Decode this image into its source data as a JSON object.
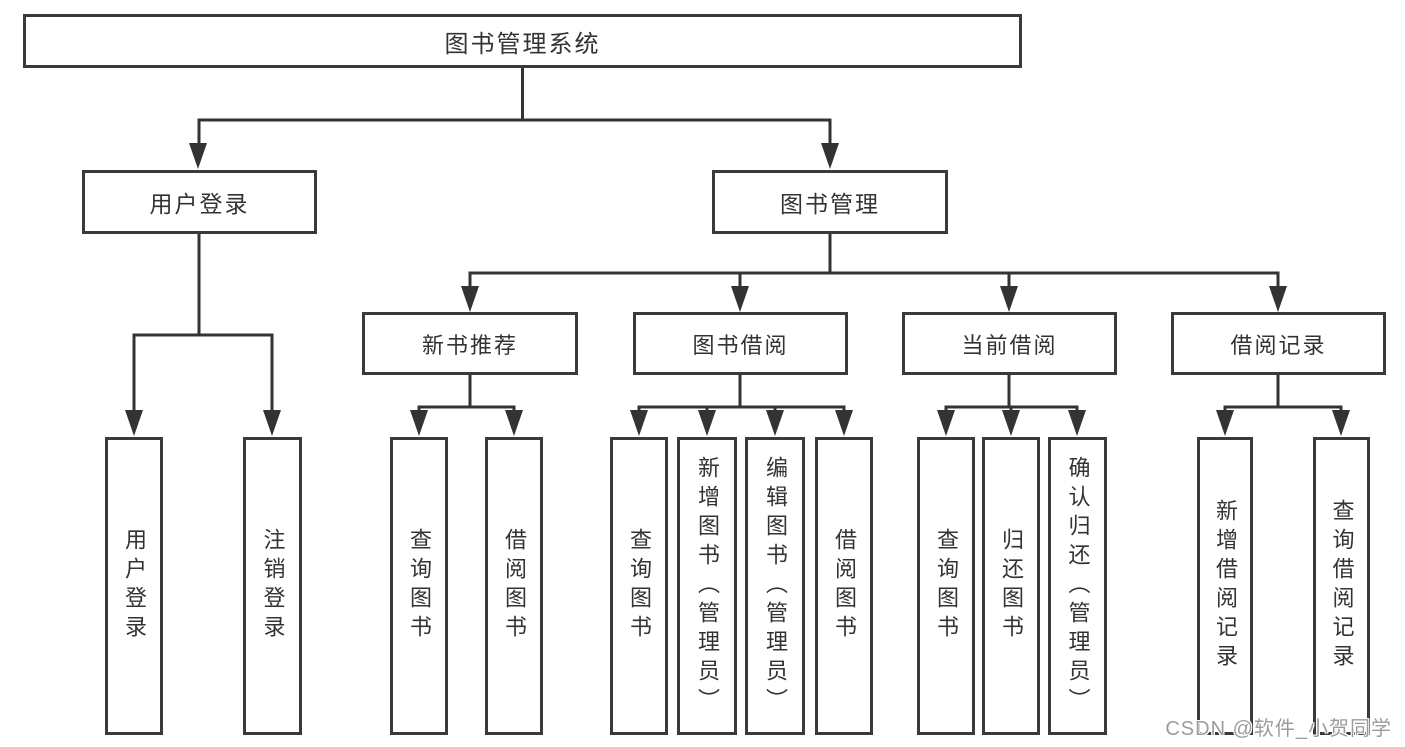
{
  "title": "图书管理系统",
  "level2": [
    {
      "label": "用户登录"
    },
    {
      "label": "图书管理"
    }
  ],
  "level3": [
    {
      "label": "新书推荐"
    },
    {
      "label": "图书借阅"
    },
    {
      "label": "当前借阅"
    },
    {
      "label": "借阅记录"
    }
  ],
  "leaves": {
    "user_login": [
      {
        "label": "用户登录"
      },
      {
        "label": "注销登录"
      }
    ],
    "new_book_recommend": [
      {
        "label": "查询图书"
      },
      {
        "label": "借阅图书"
      }
    ],
    "book_borrow": [
      {
        "label": "查询图书"
      },
      {
        "label": "新增图书（管理员）"
      },
      {
        "label": "编辑图书（管理员）"
      },
      {
        "label": "借阅图书"
      }
    ],
    "current_borrow": [
      {
        "label": "查询图书"
      },
      {
        "label": "归还图书"
      },
      {
        "label": "确认归还（管理员）"
      }
    ],
    "borrow_record": [
      {
        "label": "新增借阅记录"
      },
      {
        "label": "查询借阅记录"
      }
    ]
  },
  "watermark": "CSDN @软件_小贺同学",
  "colors": {
    "line": "#333333",
    "text": "#333333",
    "box_border": "#3a3a3a",
    "background": "#ffffff",
    "watermark": "#9c9c9c"
  }
}
